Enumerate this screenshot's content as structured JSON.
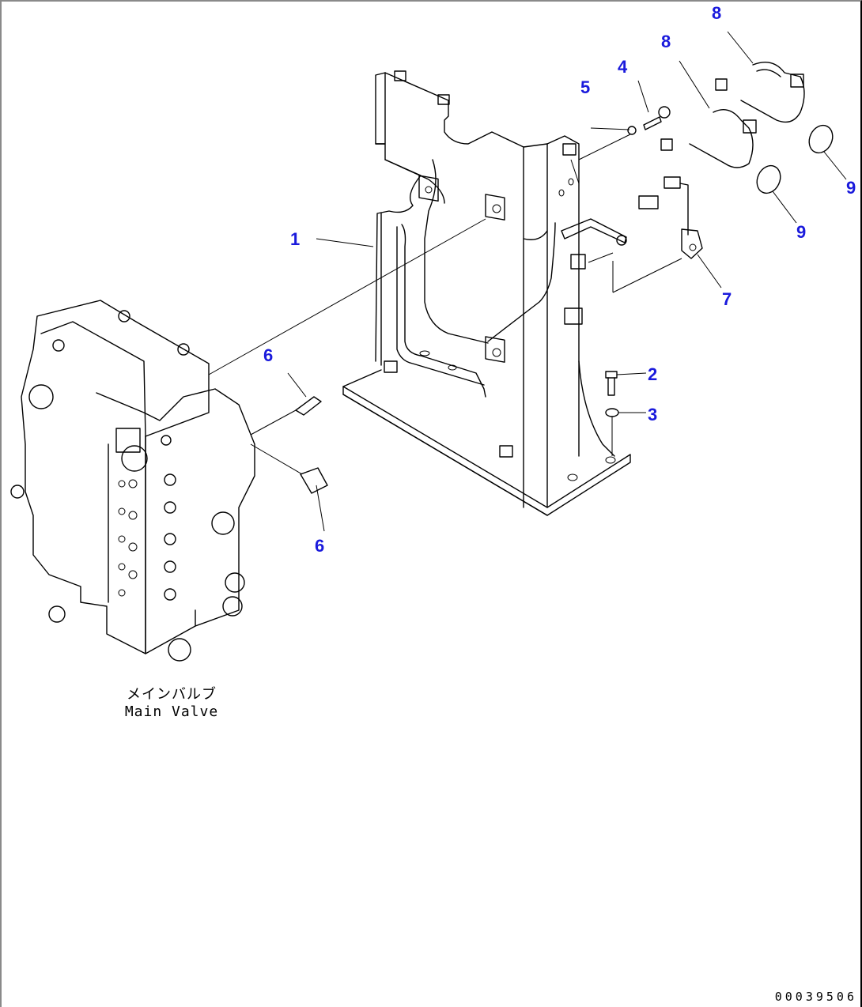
{
  "diagram": {
    "caption_jp": "メインバルブ",
    "caption_en": "Main Valve",
    "drawing_number": "00039506",
    "label_color": "#1a1adc",
    "callouts": [
      {
        "id": "c1",
        "text": "1"
      },
      {
        "id": "c2",
        "text": "2"
      },
      {
        "id": "c3",
        "text": "3"
      },
      {
        "id": "c4",
        "text": "4"
      },
      {
        "id": "c5",
        "text": "5"
      },
      {
        "id": "c6a",
        "text": "6"
      },
      {
        "id": "c6b",
        "text": "6"
      },
      {
        "id": "c7",
        "text": "7"
      },
      {
        "id": "c8a",
        "text": "8"
      },
      {
        "id": "c8b",
        "text": "8"
      },
      {
        "id": "c9a",
        "text": "9"
      },
      {
        "id": "c9b",
        "text": "9"
      }
    ]
  }
}
